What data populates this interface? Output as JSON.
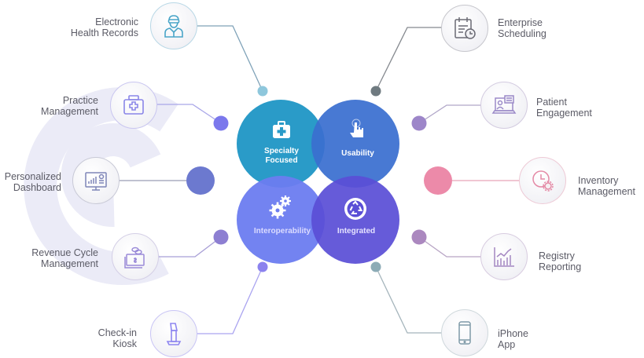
{
  "core": {
    "specialty": {
      "line1": "Specialty",
      "line2": "Focused",
      "color": "#2a9bc8",
      "icon": "first-aid-kit-icon"
    },
    "usability": {
      "label": "Usability",
      "color": "#3a6fd0",
      "icon": "touch-hand-icon"
    },
    "interoperability": {
      "label": "Interoperability",
      "color": "#6b7cf0",
      "icon": "gears-icon"
    },
    "integrated": {
      "label": "Integrated",
      "color": "#5a4fd6",
      "icon": "recycle-icon"
    }
  },
  "features": {
    "left": [
      {
        "line1": "Electronic",
        "line2": "Health Records",
        "icon": "doctor-icon",
        "accent": "#4aa5c8",
        "dot": "#8ec7dc"
      },
      {
        "line1": "Practice",
        "line2": "Management",
        "icon": "medical-bag-icon",
        "accent": "#8a86e8",
        "dot": "#7b78ec"
      },
      {
        "line1": "Personalized",
        "line2": "Dashboard",
        "icon": "monitor-chart-icon",
        "accent": "#7e85b8",
        "dot": "#6c79cf"
      },
      {
        "line1": "Revenue Cycle",
        "line2": "Management",
        "icon": "money-icon",
        "accent": "#9a8ad8",
        "dot": "#8d7fd2"
      },
      {
        "line1": "Check-in",
        "line2": "Kiosk",
        "icon": "kiosk-icon",
        "accent": "#8e86f0",
        "dot": "#8b82ee"
      }
    ],
    "right": [
      {
        "line1": "Enterprise",
        "line2": "Scheduling",
        "icon": "calendar-clock-icon",
        "accent": "#6a6a74",
        "dot": "#6f7a80"
      },
      {
        "line1": "Patient",
        "line2": "Engagement",
        "icon": "laptop-user-icon",
        "accent": "#9b8ac8",
        "dot": "#9d86c9"
      },
      {
        "line1": "Inventory",
        "line2": "Management",
        "icon": "clock-gear-icon",
        "accent": "#e48aa6",
        "dot": "#ec8aa9"
      },
      {
        "line1": "Registry",
        "line2": "Reporting",
        "icon": "growth-chart-icon",
        "accent": "#a487c2",
        "dot": "#ab88bf"
      },
      {
        "line1": "iPhone",
        "line2": "App",
        "icon": "smartphone-icon",
        "accent": "#7f9aa8",
        "dot": "#8cabb6"
      }
    ]
  },
  "watermark": {
    "color": "#ebebf7"
  }
}
